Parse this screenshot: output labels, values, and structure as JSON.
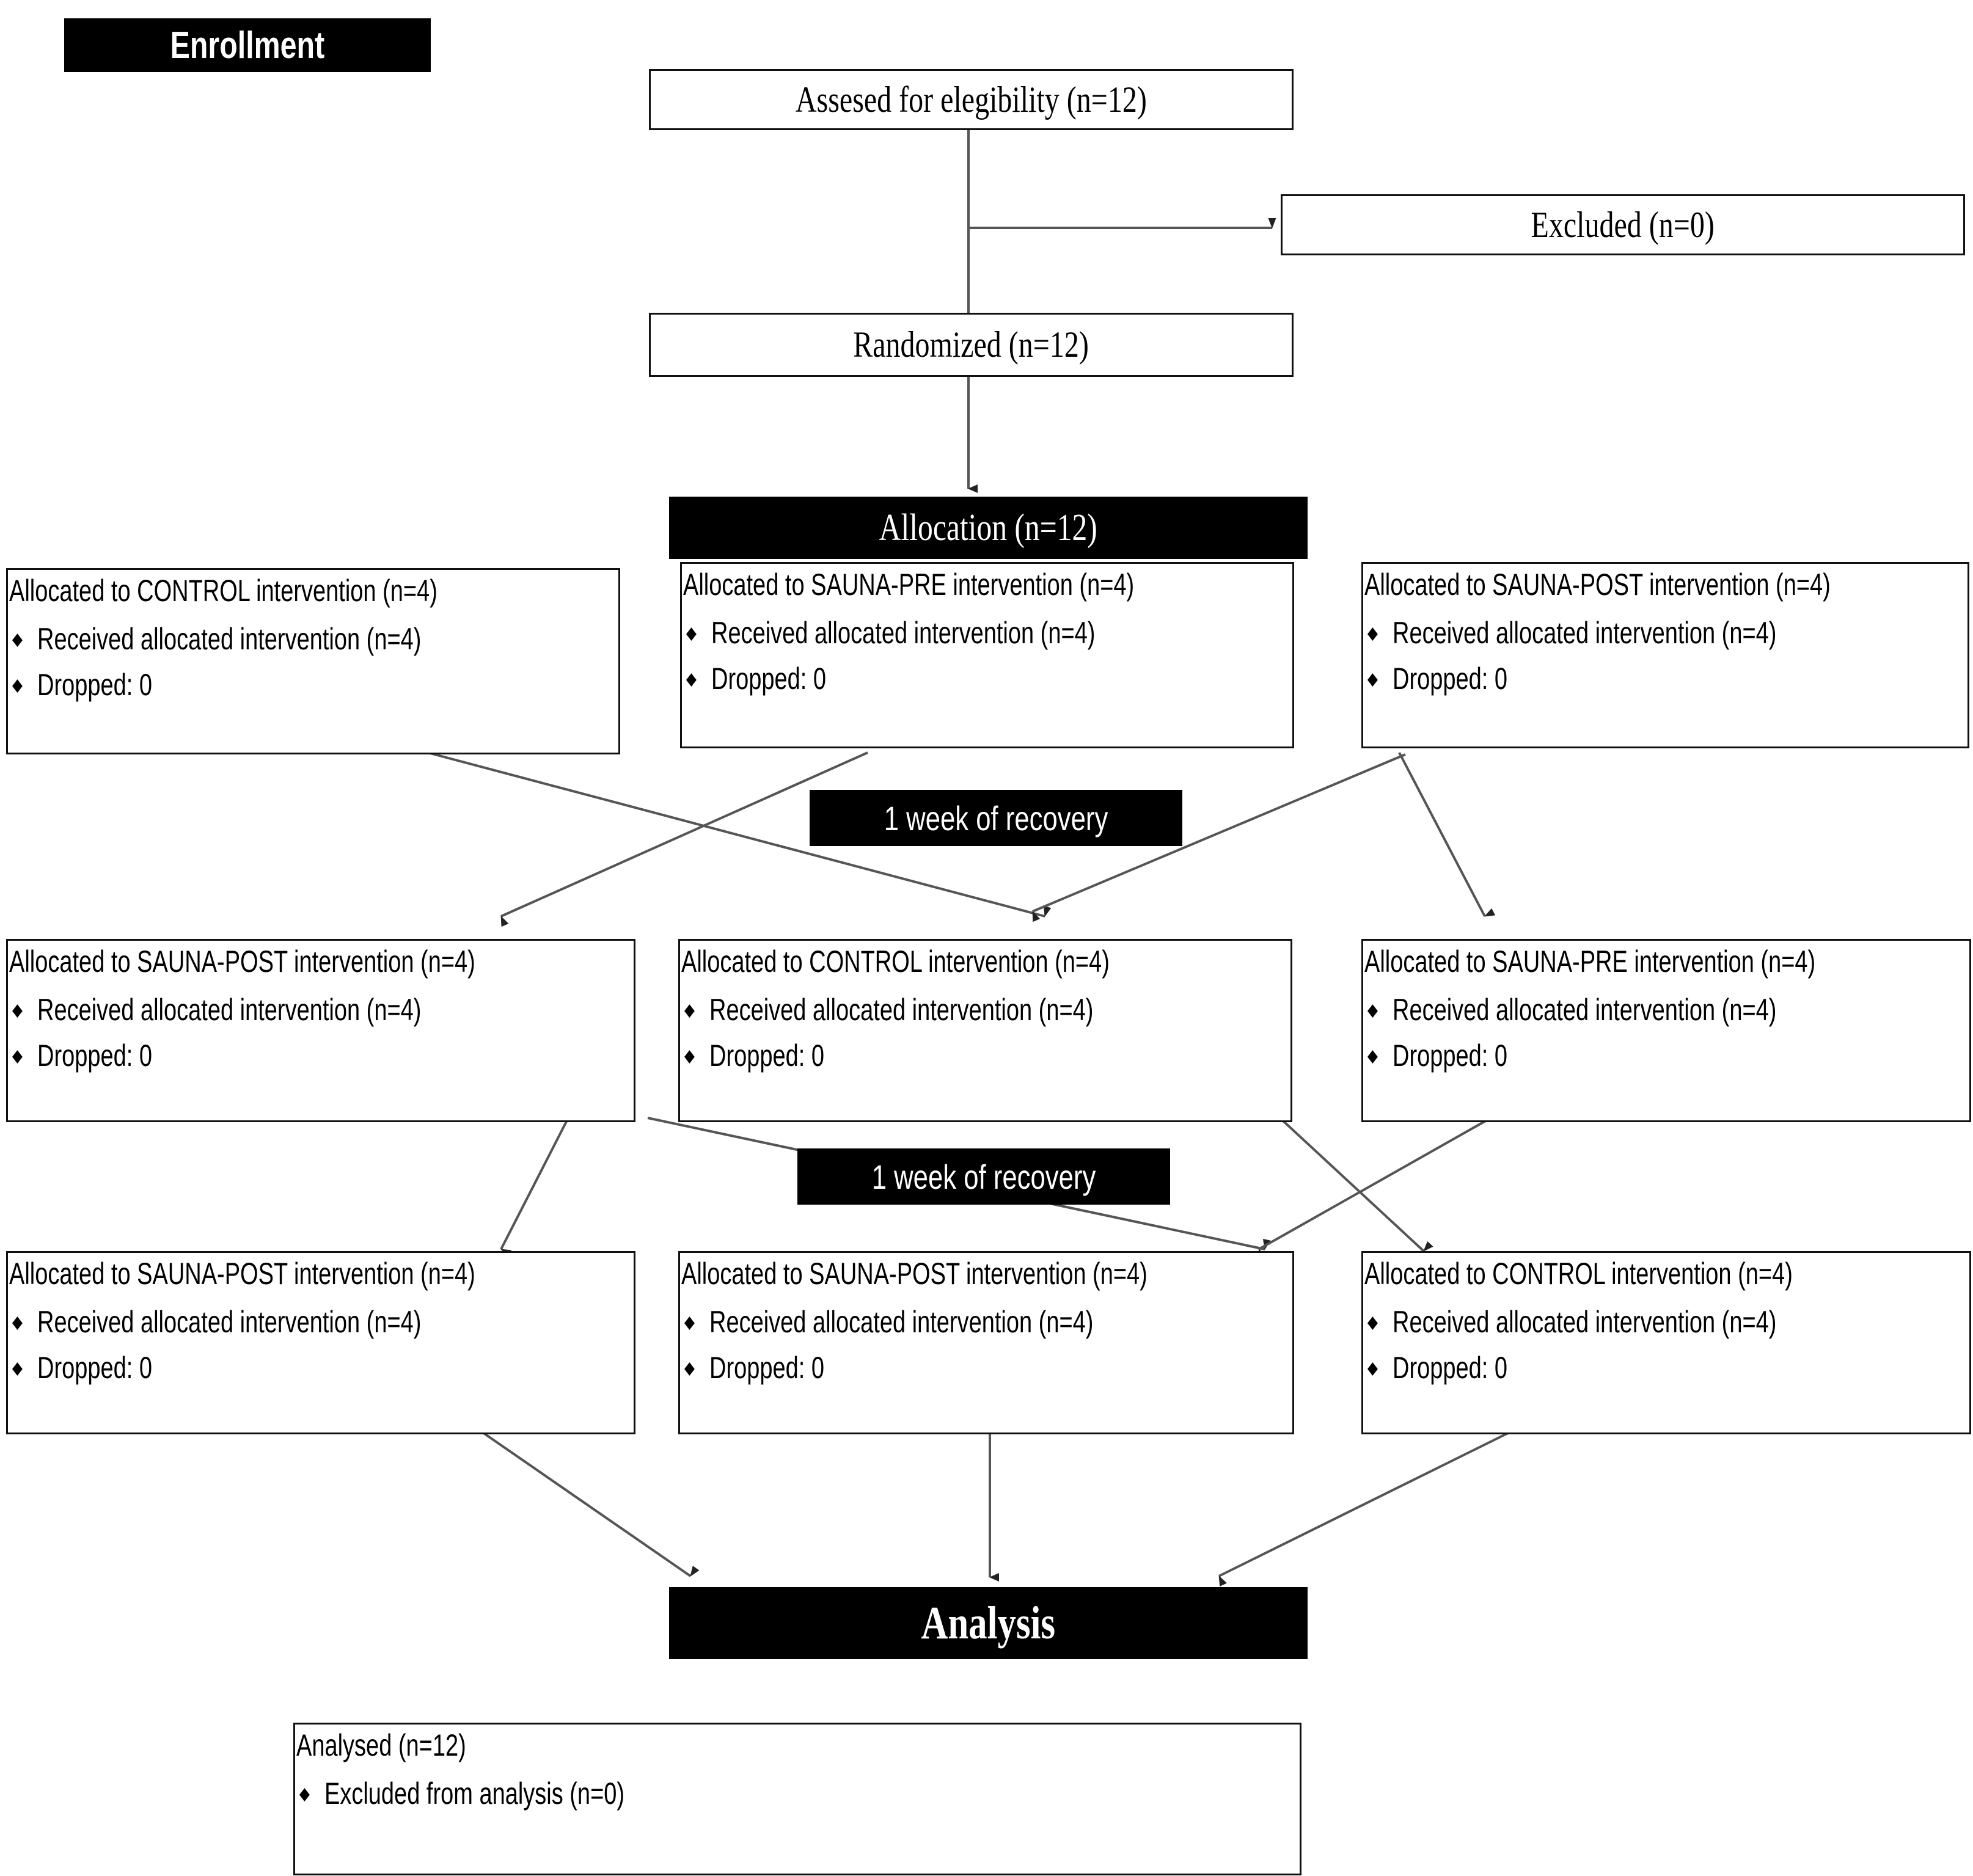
{
  "diagram": {
    "title": "CONSORT participant flow diagram",
    "colors": {
      "banner_background": "#000000",
      "banner_text": "#ffffff",
      "box_background": "#ffffff",
      "box_border": "#111111",
      "connector": "#444444"
    },
    "bullet_glyph": "♦"
  },
  "stages": {
    "enrollment": "Enrollment",
    "allocation": "Allocation (n=12)",
    "recovery_1": "1 week of recovery",
    "recovery_2": "1 week of recovery",
    "analysis": "Analysis"
  },
  "enrollment": {
    "assessed": "Assesed for elegibility (n=12)",
    "excluded": "Excluded (n=0)",
    "randomized": "Randomized (n=12)"
  },
  "period1": [
    {
      "heading": "Allocated to CONTROL intervention (n=4)",
      "bullets": [
        "Received allocated intervention (n=4)",
        "Dropped: 0"
      ]
    },
    {
      "heading": "Allocated to SAUNA-PRE intervention (n=4)",
      "bullets": [
        "Received allocated intervention (n=4)",
        "Dropped: 0"
      ]
    },
    {
      "heading": "Allocated to SAUNA-POST intervention (n=4)",
      "bullets": [
        "Received allocated intervention (n=4)",
        "Dropped: 0"
      ]
    }
  ],
  "period2": [
    {
      "heading": "Allocated to SAUNA-POST intervention (n=4)",
      "bullets": [
        "Received allocated intervention (n=4)",
        "Dropped: 0"
      ]
    },
    {
      "heading": "Allocated to CONTROL intervention (n=4)",
      "bullets": [
        "Received allocated intervention (n=4)",
        "Dropped: 0"
      ]
    },
    {
      "heading": "Allocated to SAUNA-PRE intervention (n=4)",
      "bullets": [
        "Received allocated intervention (n=4)",
        "Dropped: 0"
      ]
    }
  ],
  "period3": [
    {
      "heading": "Allocated to SAUNA-POST intervention (n=4)",
      "bullets": [
        "Received allocated intervention (n=4)",
        "Dropped: 0"
      ]
    },
    {
      "heading": "Allocated to SAUNA-POST intervention (n=4)",
      "bullets": [
        "Received allocated intervention (n=4)",
        "Dropped: 0"
      ]
    },
    {
      "heading": "Allocated to CONTROL intervention (n=4)",
      "bullets": [
        "Received allocated intervention (n=4)",
        "Dropped: 0"
      ]
    }
  ],
  "analysis": {
    "heading": "Analysed (n=12)",
    "bullets": [
      "Excluded from analysis (n=0)"
    ]
  }
}
